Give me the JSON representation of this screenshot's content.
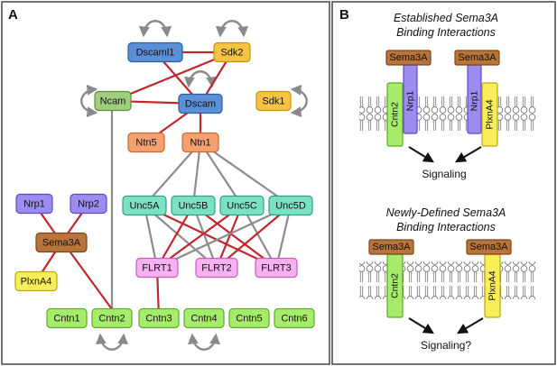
{
  "panels": {
    "a": {
      "letter": "A"
    },
    "b": {
      "letter": "B"
    }
  },
  "panel_a": {
    "nodes": [
      {
        "id": "dscaml1",
        "label": "Dscaml1",
        "color": "#5b8fd6",
        "stroke": "#2f5d9e"
      },
      {
        "id": "sdk2",
        "label": "Sdk2",
        "color": "#f6c343",
        "stroke": "#c98f12"
      },
      {
        "id": "ncam",
        "label": "Ncam",
        "color": "#9fcd7e",
        "stroke": "#5e8f3c"
      },
      {
        "id": "dscam",
        "label": "Dscam",
        "color": "#5b8fd6",
        "stroke": "#2f5d9e"
      },
      {
        "id": "sdk1",
        "label": "Sdk1",
        "color": "#f6c343",
        "stroke": "#c98f12"
      },
      {
        "id": "ntn5",
        "label": "Ntn5",
        "color": "#f4a071",
        "stroke": "#c96a32"
      },
      {
        "id": "ntn1",
        "label": "Ntn1",
        "color": "#f4a071",
        "stroke": "#c96a32"
      },
      {
        "id": "unc5a",
        "label": "Unc5A",
        "color": "#7be0c4",
        "stroke": "#2ea283"
      },
      {
        "id": "unc5b",
        "label": "Unc5B",
        "color": "#7be0c4",
        "stroke": "#2ea283"
      },
      {
        "id": "unc5c",
        "label": "Unc5C",
        "color": "#7be0c4",
        "stroke": "#2ea283"
      },
      {
        "id": "unc5d",
        "label": "Unc5D",
        "color": "#7be0c4",
        "stroke": "#2ea283"
      },
      {
        "id": "nrp1",
        "label": "Nrp1",
        "color": "#9b8df0",
        "stroke": "#5b4cc4"
      },
      {
        "id": "nrp2",
        "label": "Nrp2",
        "color": "#9b8df0",
        "stroke": "#5b4cc4"
      },
      {
        "id": "sema3a",
        "label": "Sema3A",
        "color": "#b8743a",
        "stroke": "#7a4618"
      },
      {
        "id": "plxna4",
        "label": "PlxnA4",
        "color": "#f8ee5a",
        "stroke": "#b9a815"
      },
      {
        "id": "flrt1",
        "label": "FLRT1",
        "color": "#f7b0f0",
        "stroke": "#c85cbf"
      },
      {
        "id": "flrt2",
        "label": "FLRT2",
        "color": "#f7b0f0",
        "stroke": "#c85cbf"
      },
      {
        "id": "flrt3",
        "label": "FLRT3",
        "color": "#f7b0f0",
        "stroke": "#c85cbf"
      },
      {
        "id": "cntn1",
        "label": "Cntn1",
        "color": "#a6ec6a",
        "stroke": "#5ea82a"
      },
      {
        "id": "cntn2",
        "label": "Cntn2",
        "color": "#a6ec6a",
        "stroke": "#5ea82a"
      },
      {
        "id": "cntn3",
        "label": "Cntn3",
        "color": "#a6ec6a",
        "stroke": "#5ea82a"
      },
      {
        "id": "cntn4",
        "label": "Cntn4",
        "color": "#a6ec6a",
        "stroke": "#5ea82a"
      },
      {
        "id": "cntn5",
        "label": "Cntn5",
        "color": "#a6ec6a",
        "stroke": "#5ea82a"
      },
      {
        "id": "cntn6",
        "label": "Cntn6",
        "color": "#a6ec6a",
        "stroke": "#5ea82a"
      }
    ],
    "edges": [
      {
        "from": "dscaml1",
        "to": "sdk2",
        "type": "red"
      },
      {
        "from": "dscaml1",
        "to": "dscam",
        "type": "red"
      },
      {
        "from": "sdk2",
        "to": "dscam",
        "type": "red"
      },
      {
        "from": "sdk2",
        "to": "ncam",
        "type": "red"
      },
      {
        "from": "ncam",
        "to": "dscam",
        "type": "red"
      },
      {
        "from": "dscam",
        "to": "ntn5",
        "type": "red"
      },
      {
        "from": "dscam",
        "to": "ntn1",
        "type": "red"
      },
      {
        "from": "ncam",
        "to": "cntn2",
        "type": "gray"
      },
      {
        "from": "ntn1",
        "to": "unc5a",
        "type": "gray"
      },
      {
        "from": "ntn1",
        "to": "unc5b",
        "type": "gray"
      },
      {
        "from": "ntn1",
        "to": "unc5c",
        "type": "gray"
      },
      {
        "from": "ntn1",
        "to": "unc5d",
        "type": "gray"
      },
      {
        "from": "unc5a",
        "to": "flrt1",
        "type": "gray"
      },
      {
        "from": "unc5a",
        "to": "flrt2",
        "type": "gray"
      },
      {
        "from": "unc5a",
        "to": "flrt3",
        "type": "red"
      },
      {
        "from": "unc5b",
        "to": "flrt1",
        "type": "red"
      },
      {
        "from": "unc5b",
        "to": "flrt2",
        "type": "gray"
      },
      {
        "from": "unc5b",
        "to": "flrt3",
        "type": "red"
      },
      {
        "from": "unc5c",
        "to": "flrt1",
        "type": "red"
      },
      {
        "from": "unc5c",
        "to": "flrt2",
        "type": "red"
      },
      {
        "from": "unc5c",
        "to": "flrt3",
        "type": "gray"
      },
      {
        "from": "unc5d",
        "to": "flrt1",
        "type": "gray"
      },
      {
        "from": "unc5d",
        "to": "flrt2",
        "type": "red"
      },
      {
        "from": "unc5d",
        "to": "flrt3",
        "type": "gray"
      },
      {
        "from": "nrp1",
        "to": "sema3a",
        "type": "red"
      },
      {
        "from": "nrp2",
        "to": "sema3a",
        "type": "red"
      },
      {
        "from": "sema3a",
        "to": "plxna4",
        "type": "red"
      },
      {
        "from": "sema3a",
        "to": "cntn2",
        "type": "red"
      },
      {
        "from": "flrt1",
        "to": "cntn3",
        "type": "red"
      }
    ],
    "self_loops": [
      "dscaml1",
      "sdk2",
      "ncam",
      "dscam",
      "sdk1",
      "cntn2",
      "cntn4"
    ]
  },
  "panel_b": {
    "established": {
      "title_line1": "Established Sema3A",
      "title_line2": "Binding Interactions",
      "signal_label": "Signaling",
      "ligand_left": "Sema3A",
      "ligand_right": "Sema3A",
      "cntn2": "Cntn2",
      "nrp1_left": "Nrp1",
      "nrp1_right": "Nrp1",
      "plxna4": "PlxnA4"
    },
    "newly_defined": {
      "title_line1": "Newly-Defined Sema3A",
      "title_line2": "Binding Interactions",
      "signal_label": "Signaling?",
      "ligand_left": "Sema3A",
      "ligand_right": "Sema3A",
      "cntn2": "Cntn2",
      "plxna4": "PlxnA4"
    }
  }
}
